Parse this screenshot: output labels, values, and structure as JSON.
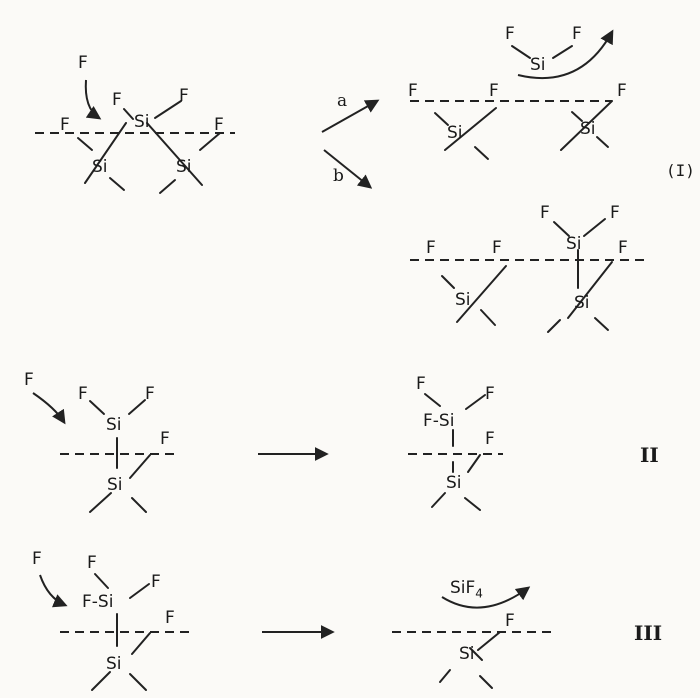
{
  "atoms": {
    "F": "F",
    "Si": "Si",
    "F_Si": "F-Si"
  },
  "product": {
    "name": "SiF",
    "subscript": "4"
  },
  "paths": {
    "a": "a",
    "b": "b"
  },
  "equations": {
    "eq1": "(I)",
    "eq2": "II",
    "eq3": "III"
  }
}
